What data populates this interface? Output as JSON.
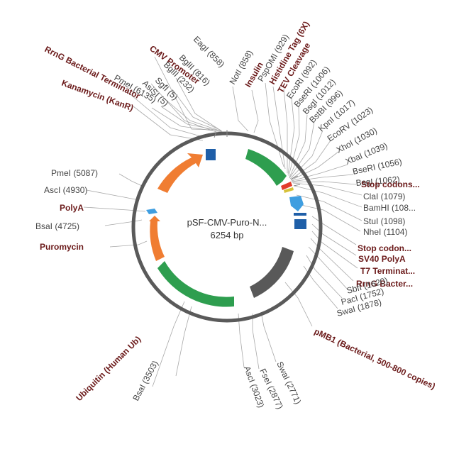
{
  "plasmid": {
    "name": "pSF-CMV-Puro-N...",
    "size": "6254 bp"
  },
  "colors": {
    "ring": "#5a5a5a",
    "green": "#2e9e4f",
    "orange": "#f07d32",
    "blue": "#1f5fa8",
    "lightblue": "#3f9ee0",
    "gray": "#595959",
    "feature_text": "#6b1a1a"
  },
  "labels": [
    {
      "text": "RrnG Bacterial Terminator",
      "kind": "feature"
    },
    {
      "text": "CMV Promoter",
      "kind": "feature"
    },
    {
      "text": "EagI (858)",
      "kind": "site"
    },
    {
      "text": "BglII (816)",
      "kind": "site"
    },
    {
      "text": "BglII (232)",
      "kind": "site"
    },
    {
      "text": "SgfI (5)",
      "kind": "site"
    },
    {
      "text": "AsiSI (5)",
      "kind": "site"
    },
    {
      "text": "PmeI (6135)",
      "kind": "site"
    },
    {
      "text": "Kanamycin (KanR)",
      "kind": "feature"
    },
    {
      "text": "NotI (858)",
      "kind": "site"
    },
    {
      "text": "Insulin",
      "kind": "feature"
    },
    {
      "text": "PspOMI (929)",
      "kind": "site"
    },
    {
      "text": "Histidine Tag (6X)",
      "kind": "feature"
    },
    {
      "text": "TEV Cleavage",
      "kind": "feature"
    },
    {
      "text": "EcoRI (992)",
      "kind": "site"
    },
    {
      "text": "BseRI (1006)",
      "kind": "site"
    },
    {
      "text": "BsgI (1012)",
      "kind": "site"
    },
    {
      "text": "BstBI (996)",
      "kind": "site"
    },
    {
      "text": "KpnI (1017)",
      "kind": "site"
    },
    {
      "text": "EcoRV (1023)",
      "kind": "site"
    },
    {
      "text": "XhoI (1030)",
      "kind": "site"
    },
    {
      "text": "XbaI (1039)",
      "kind": "site"
    },
    {
      "text": "BseRI (1056)",
      "kind": "site"
    },
    {
      "text": "BsgI (1062)",
      "kind": "site"
    },
    {
      "text": "Stop codons...",
      "kind": "feature"
    },
    {
      "text": "ClaI (1079)",
      "kind": "site"
    },
    {
      "text": "BamHI (108...",
      "kind": "site"
    },
    {
      "text": "StuI (1098)",
      "kind": "site"
    },
    {
      "text": "NheI (1104)",
      "kind": "site"
    },
    {
      "text": "Stop codon...",
      "kind": "feature"
    },
    {
      "text": "SV40 PolyA",
      "kind": "feature"
    },
    {
      "text": "T7 Terminat...",
      "kind": "feature"
    },
    {
      "text": "RrnG Bacter...",
      "kind": "feature"
    },
    {
      "text": "SbfI (1620)",
      "kind": "site"
    },
    {
      "text": "PacI (1752)",
      "kind": "site"
    },
    {
      "text": "SwaI (1878)",
      "kind": "site"
    },
    {
      "text": "pMB1 (Bacterial, 500-800 copies)",
      "kind": "feature"
    },
    {
      "text": "SwaI (2771)",
      "kind": "site"
    },
    {
      "text": "FseI (2877)",
      "kind": "site"
    },
    {
      "text": "AscI (3023)",
      "kind": "site"
    },
    {
      "text": "BsaI (3503)",
      "kind": "site"
    },
    {
      "text": "Ubiquitin (Human Ub)",
      "kind": "feature"
    },
    {
      "text": "Puromycin",
      "kind": "feature"
    },
    {
      "text": "BsaI (4725)",
      "kind": "site"
    },
    {
      "text": "PolyA",
      "kind": "feature"
    },
    {
      "text": "AscI (4930)",
      "kind": "site"
    },
    {
      "text": "PmeI (5087)",
      "kind": "site"
    }
  ]
}
